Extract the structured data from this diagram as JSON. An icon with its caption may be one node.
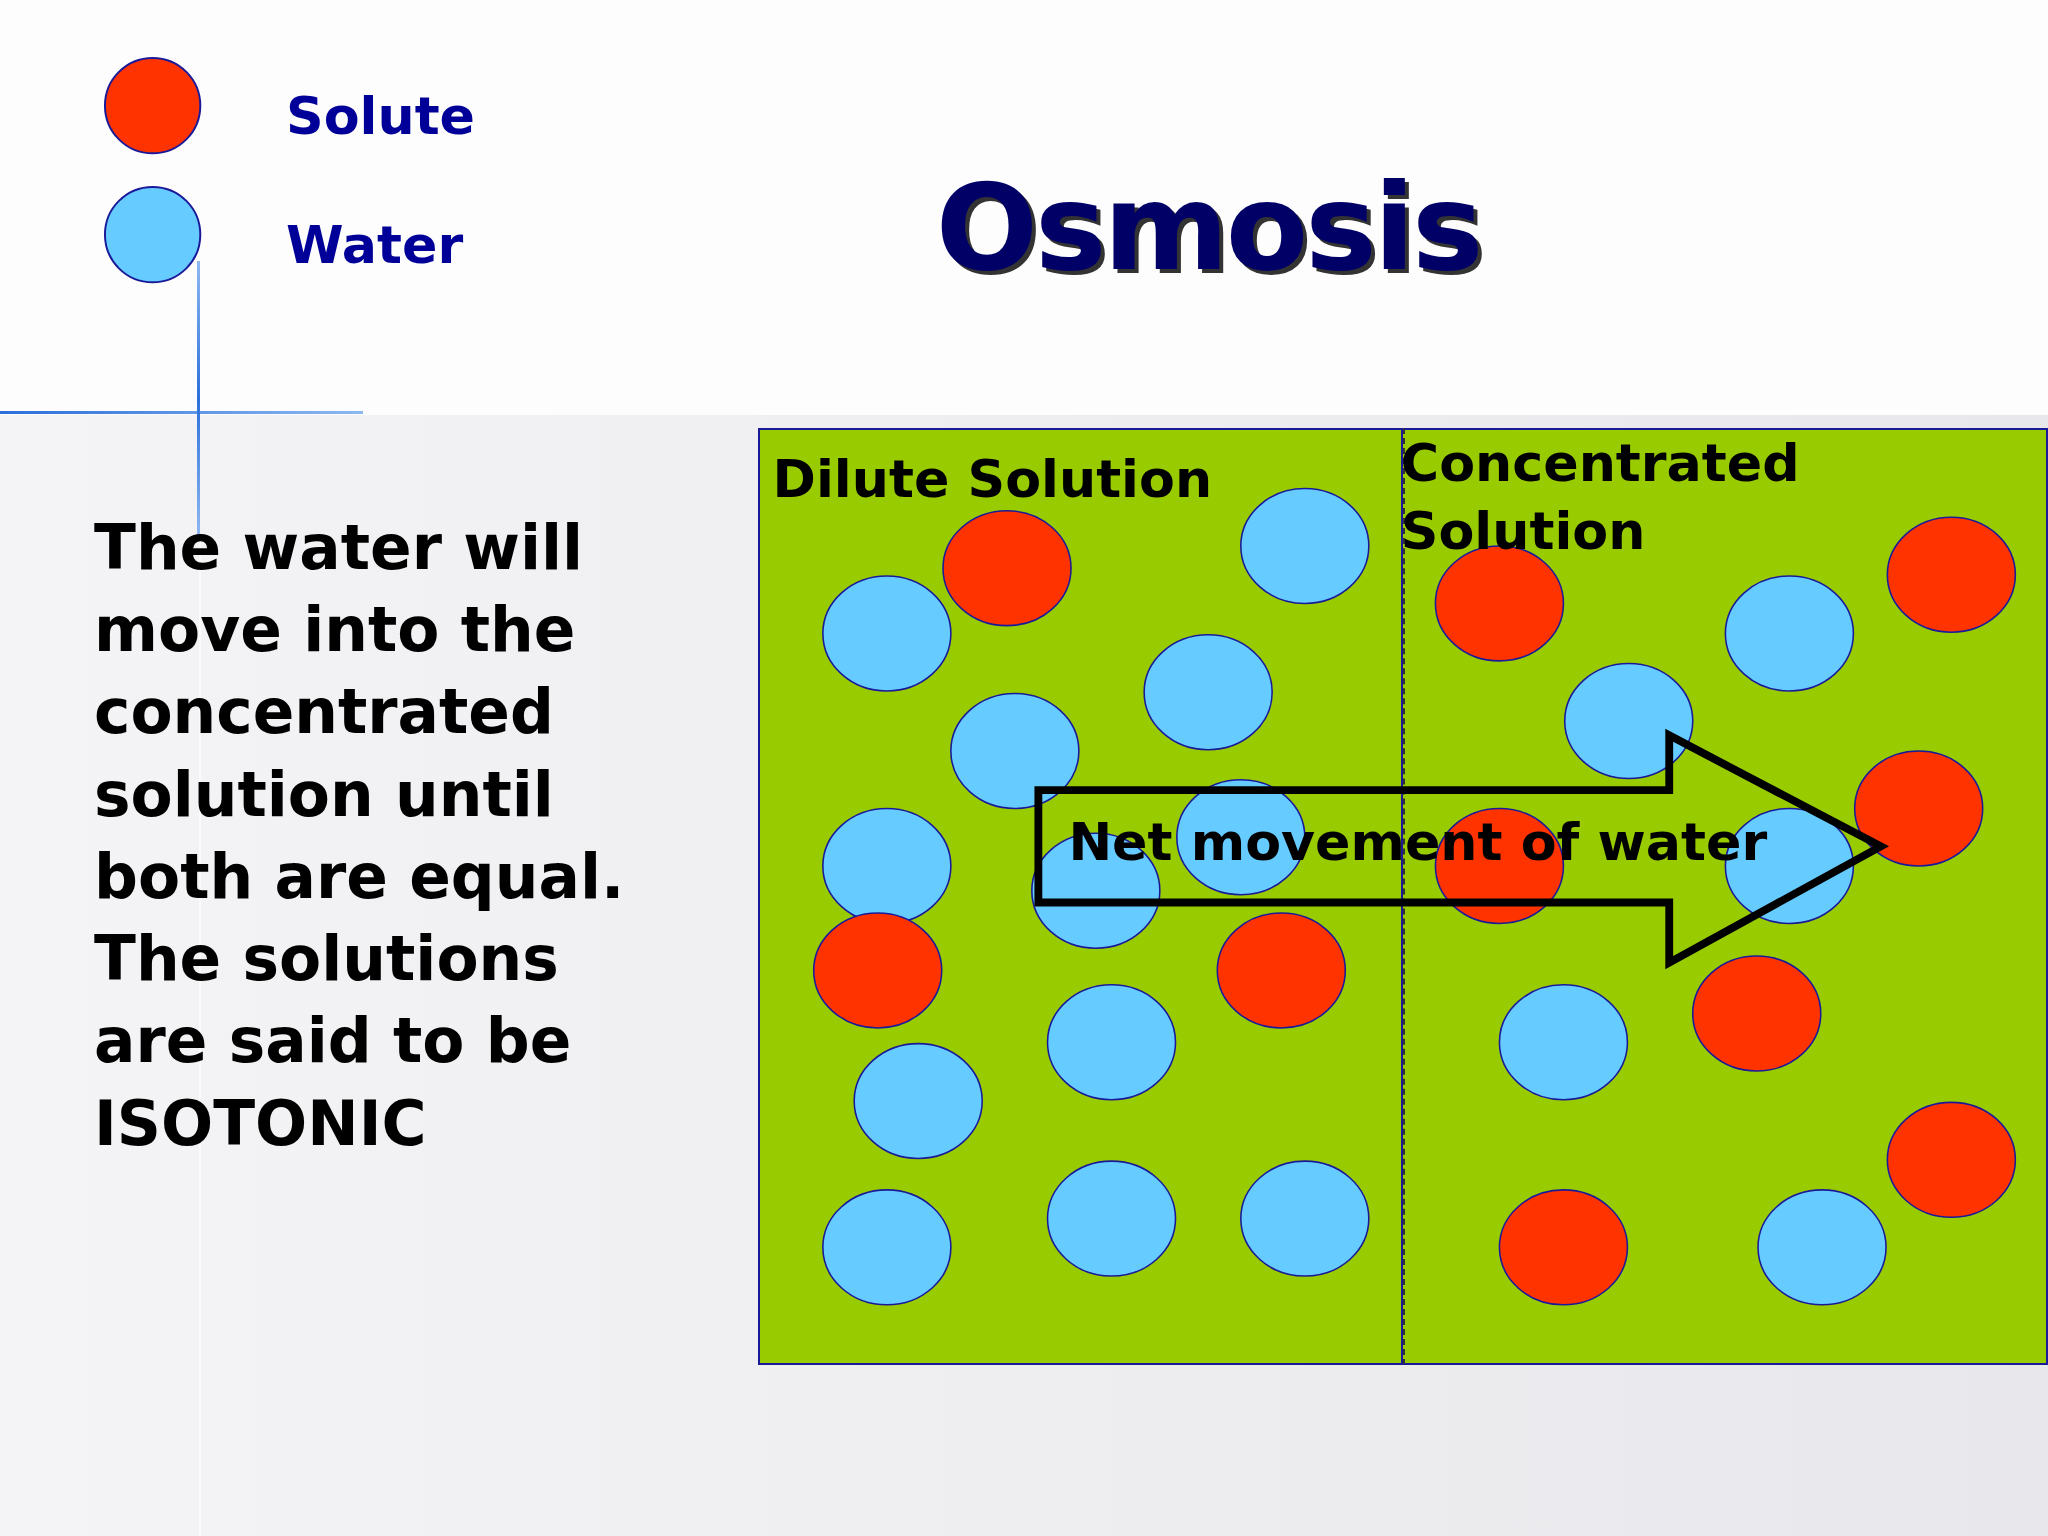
{
  "diagram": {
    "title": "Osmosis",
    "nodes": [
      {
        "text": [
          "Dilute Solution"
        ]
      },
      {
        "text": [
          "Concentrated Solution"
        ]
      }
    ],
    "edges": [
      {
        "from": 0,
        "to": 1,
        "arrow": "to",
        "label": "Net movement of water"
      }
    ],
    "labels": [
      "The water will move into the concentrated solution until both are equal. The solutions are said to be ISOTONIC"
    ],
    "legend": [
      {
        "text": "Solute",
        "color": "#ff3300"
      },
      {
        "text": "Water",
        "color": "#66ccff"
      }
    ]
  }
}
